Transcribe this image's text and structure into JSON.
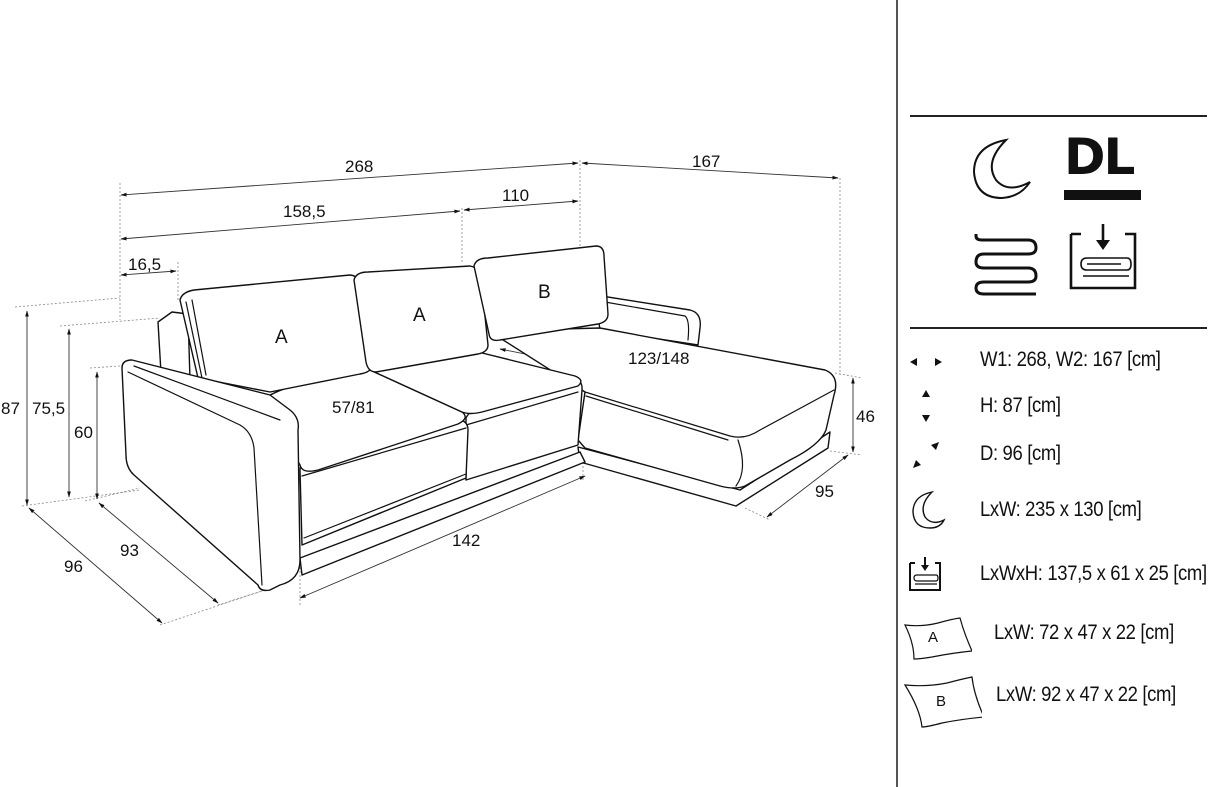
{
  "drawing": {
    "title": "Corner sofa dimension drawing",
    "dimensions": {
      "total_width": "268",
      "chaise_width": "167",
      "main_section": "158,5",
      "corner_section": "110",
      "arm_width": "16,5",
      "height_total": "87",
      "height_back": "75,5",
      "height_arm": "60",
      "depth_total": "96",
      "depth_arm": "93",
      "seat_depth": "57/81",
      "seat_width": "142",
      "chaise_length": "123/148",
      "chaise_height": "46",
      "chaise_depth": "95"
    },
    "cushion_labels": [
      "A",
      "A",
      "B"
    ]
  },
  "panel": {
    "feature_icons": [
      {
        "name": "sleep-function-icon",
        "label": ""
      },
      {
        "name": "dl-mechanism-icon",
        "label": "DL"
      },
      {
        "name": "spring-icon",
        "label": ""
      },
      {
        "name": "storage-container-icon",
        "label": ""
      }
    ],
    "specs": [
      {
        "icon": "width-arrows-icon",
        "text": "W1: 268, W2: 167 [cm]"
      },
      {
        "icon": "height-arrows-icon",
        "text": "H: 87 [cm]"
      },
      {
        "icon": "depth-arrows-icon",
        "text": "D: 96 [cm]"
      },
      {
        "icon": "sleep-function-icon",
        "text": "LxW: 235 x 130 [cm]"
      },
      {
        "icon": "storage-container-icon",
        "text": "LxWxH: 137,5 x 61 x 25 [cm]"
      },
      {
        "icon": "pillow-a-icon",
        "pillow_label": "A",
        "text": "LxW: 72 x 47 x 22 [cm]"
      },
      {
        "icon": "pillow-b-icon",
        "pillow_label": "B",
        "text": "LxW: 92 x 47 x 22 [cm]"
      }
    ]
  }
}
